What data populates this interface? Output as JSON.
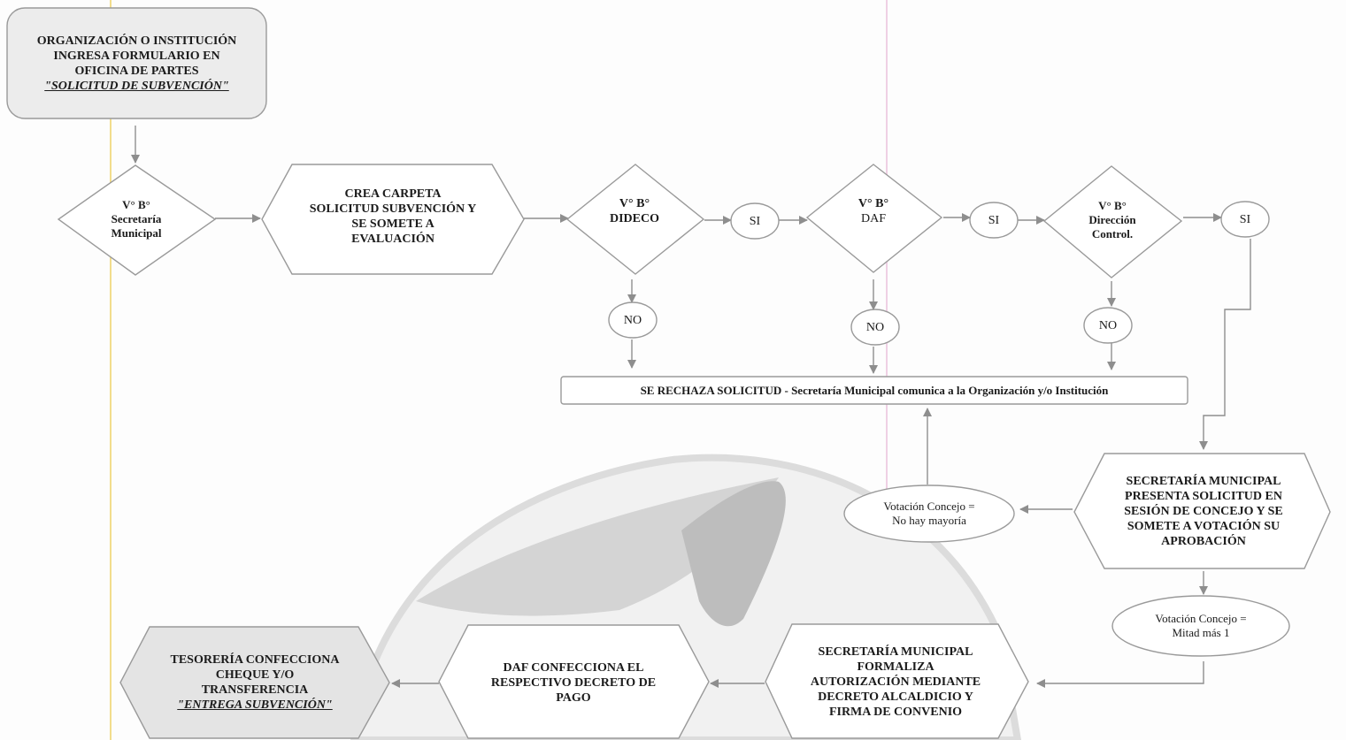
{
  "start": {
    "line1": "ORGANIZACIÓN O INSTITUCIÓN",
    "line2": "INGRESA FORMULARIO EN",
    "line3": "OFICINA DE PARTES",
    "line4": "\"SOLICITUD DE SUBVENCIÓN\""
  },
  "decision_secretaria": {
    "line1": "V° B°",
    "line2": "Secretaría",
    "line3": "Municipal"
  },
  "crea_carpeta": {
    "line1": "CREA CARPETA",
    "line2": "SOLICITUD SUBVENCIÓN Y",
    "line3": "SE SOMETE A",
    "line4": "EVALUACIÓN"
  },
  "decision_dideco": {
    "line1": "V° B°",
    "line2": "DIDECO"
  },
  "decision_daf": {
    "line1": "V° B°",
    "line2": "DAF"
  },
  "decision_control": {
    "line1": "V° B°",
    "line2": "Dirección",
    "line3": "Control."
  },
  "yes_label": "SI",
  "no_label": "NO",
  "rechaza": "SE RECHAZA SOLICITUD - Secretaría Municipal comunica a la Organización y/o Institución",
  "votacion_no": {
    "line1": "Votación Concejo =",
    "line2": "No hay mayoría"
  },
  "votacion_si": {
    "line1": "Votación Concejo =",
    "line2": "Mitad más 1"
  },
  "presenta": {
    "line1": "SECRETARÍA MUNICIPAL",
    "line2": "PRESENTA SOLICITUD EN",
    "line3": "SESIÓN DE CONCEJO Y SE",
    "line4": "SOMETE A VOTACIÓN SU",
    "line5": "APROBACIÓN"
  },
  "formaliza": {
    "line1": "SECRETARÍA MUNICIPAL",
    "line2": "FORMALIZA",
    "line3": "AUTORIZACIÓN MEDIANTE",
    "line4": "DECRETO ALCALDICIO Y",
    "line5": "FIRMA DE CONVENIO"
  },
  "daf_decreto": {
    "line1": "DAF CONFECCIONA EL",
    "line2": "RESPECTIVO DECRETO DE",
    "line3": "PAGO"
  },
  "tesoreria": {
    "line1": "TESORERÍA CONFECCIONA",
    "line2": "CHEQUE Y/O",
    "line3": "TRANSFERENCIA",
    "line4": "\"ENTREGA SUBVENCIÓN\""
  },
  "colors": {
    "stroke": "#9a9a9a",
    "arrow": "#8e8e8e",
    "start_fill": "#ececec",
    "end_fill": "#e4e4e4",
    "text": "#1b1b1b"
  }
}
